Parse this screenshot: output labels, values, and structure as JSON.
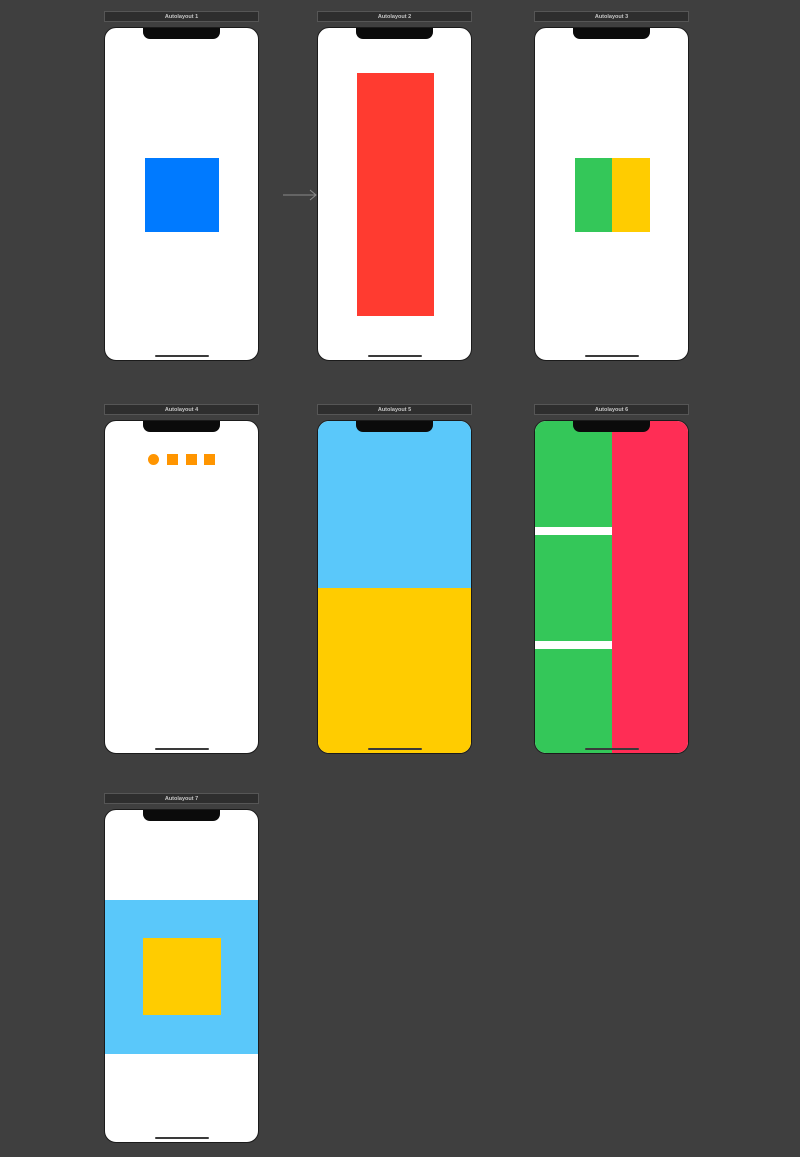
{
  "colors": {
    "canvas_background": "#3f3f3f",
    "phone_background": "#ffffff",
    "blue": "#007aff",
    "red": "#ff3b30",
    "green": "#34c759",
    "yellow": "#ffcc00",
    "light_blue": "#5ac8fa",
    "orange": "#ff9500",
    "pink": "#ff2d55"
  },
  "scenes": [
    {
      "title": "Autolayout 1"
    },
    {
      "title": "Autolayout 2"
    },
    {
      "title": "Autolayout 3"
    },
    {
      "title": "Autolayout 4"
    },
    {
      "title": "Autolayout 5"
    },
    {
      "title": "Autolayout 6"
    },
    {
      "title": "Autolayout 7"
    }
  ],
  "segue": {
    "from": "Autolayout 1",
    "to": "Autolayout 2",
    "icon": "segue-arrow-icon"
  }
}
